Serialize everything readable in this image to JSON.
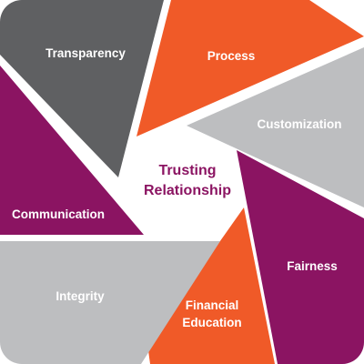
{
  "center": {
    "line1": "Trusting",
    "line2": "Relationship",
    "color": "#8B1462"
  },
  "segments": [
    {
      "key": "transparency",
      "label": "Transparency",
      "color": "#5F6062",
      "text_color": "#FFFFFF"
    },
    {
      "key": "process",
      "label": "Process",
      "color": "#F05A28",
      "text_color": "#FFFFFF"
    },
    {
      "key": "customization",
      "label": "Customization",
      "color": "#BDBEC0",
      "text_color": "#FFFFFF"
    },
    {
      "key": "fairness",
      "label": "Fairness",
      "color": "#8B1462",
      "text_color": "#FFFFFF"
    },
    {
      "key": "financial_education",
      "label_line1": "Financial",
      "label_line2": "Education",
      "color": "#F05A28",
      "text_color": "#FFFFFF"
    },
    {
      "key": "integrity",
      "label": "Integrity",
      "color": "#BDBEC0",
      "text_color": "#FFFFFF"
    },
    {
      "key": "communication",
      "label": "Communication",
      "color": "#8B1462",
      "text_color": "#FFFFFF"
    }
  ],
  "background_color": "#FFFFFF"
}
